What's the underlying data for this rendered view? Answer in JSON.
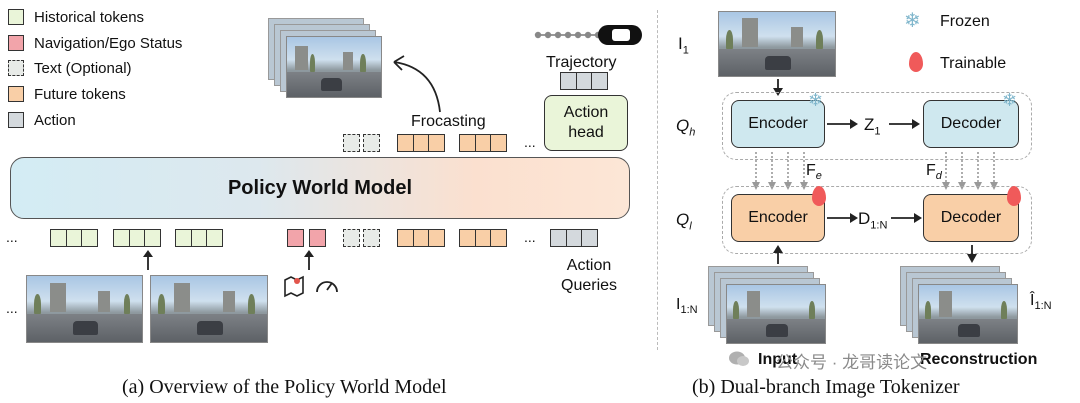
{
  "legend": [
    {
      "label": "Historical tokens",
      "color": "#eaf5d9",
      "dashed": false
    },
    {
      "label": "Navigation/Ego Status",
      "color": "#f2a4aa",
      "dashed": false
    },
    {
      "label": "Text (Optional)",
      "color": "#e8ebe8",
      "dashed": true
    },
    {
      "label": "Future tokens",
      "color": "#f9cfa7",
      "dashed": false
    },
    {
      "label": "Action",
      "color": "#d4d9dd",
      "dashed": false
    }
  ],
  "left": {
    "policy_world_model": "Policy World Model",
    "frocasting": "Frocasting",
    "trajectory": "Trajectory",
    "action_head": "Action head",
    "action_queries": "Action Queries",
    "ellipsis": "..."
  },
  "right": {
    "frozen": "Frozen",
    "trainable": "Trainable",
    "i1": "I",
    "i1_sub": "1",
    "qh": "Q",
    "qh_sub": "h",
    "ql": "Q",
    "ql_sub": "l",
    "encoder": "Encoder",
    "decoder": "Decoder",
    "z1": "Z",
    "z1_sub": "1",
    "d1n": "D",
    "d1n_sub": "1:N",
    "fe": "F",
    "fe_sub": "e",
    "fd": "F",
    "fd_sub": "d",
    "i1n": "I",
    "i1n_sub": "1:N",
    "ihat1n": "Î",
    "ihat1n_sub": "1:N",
    "input": "Input",
    "reconstruction": "Reconstruction"
  },
  "captions": {
    "a": "(a) Overview of the Policy World Model",
    "b": "(b) Dual-branch Image Tokenizer"
  },
  "watermark": "公众号 · 龙哥读论文",
  "colors": {
    "historical": "#eaf5d9",
    "future": "#f9cfa7",
    "navigation": "#f2a4aa",
    "action": "#d4d9dd",
    "encoder_frozen": "#cfe8ef",
    "encoder_trainable": "#f9cfa7"
  },
  "icons": [
    "snowflake-icon",
    "flame-icon",
    "map-pin-icon",
    "speedometer-icon",
    "car-icon"
  ]
}
